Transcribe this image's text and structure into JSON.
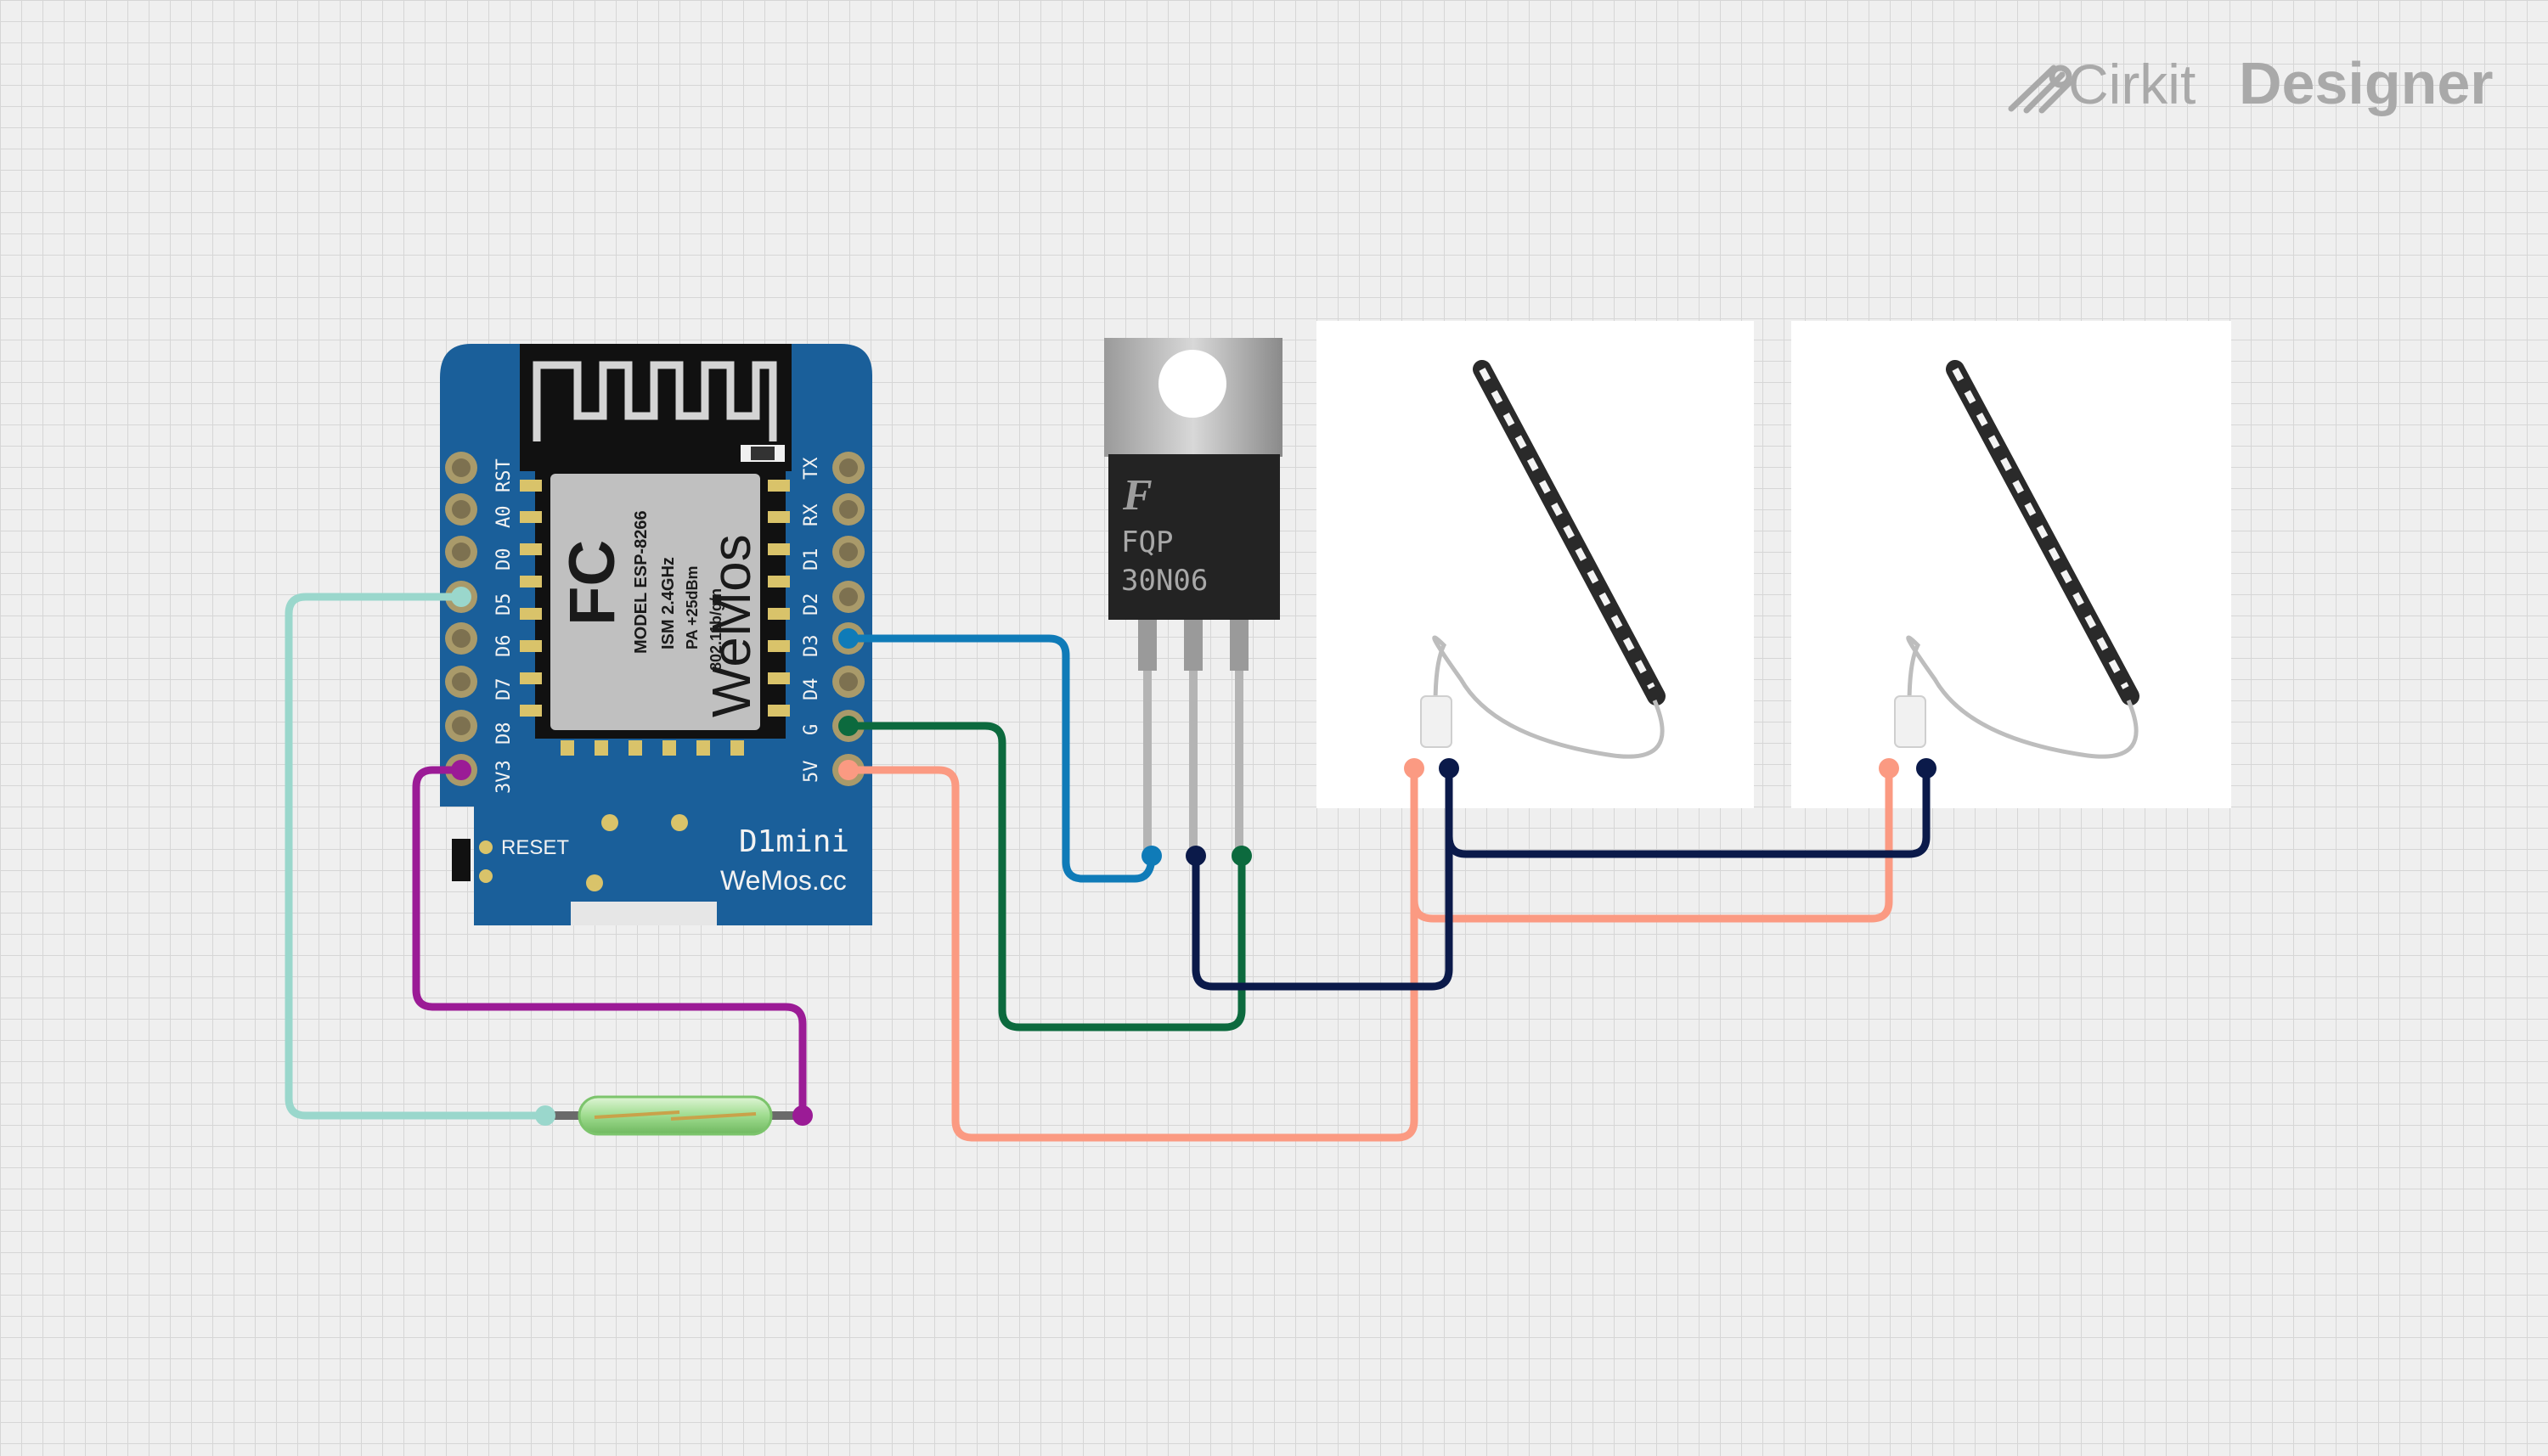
{
  "brand": {
    "name_light": "Cirkit",
    "name_bold": "Designer"
  },
  "components": {
    "wemos": {
      "left_pins": [
        "RST",
        "A0",
        "D0",
        "D5",
        "D6",
        "D7",
        "D8",
        "3V3"
      ],
      "right_pins": [
        "TX",
        "RX",
        "D1",
        "D2",
        "D3",
        "D4",
        "G",
        "5V"
      ],
      "module": {
        "model": "MODEL ESP-8266",
        "ism": "ISM 2.4GHz",
        "pa": "PA +25dBm",
        "wifi": "802.11b/g/n",
        "fcc": "FC",
        "logo": "WeMos"
      },
      "reset_label": "RESET",
      "board_name": "D1mini",
      "site": "WeMos.cc"
    },
    "mosfet": {
      "brand_mark": "F",
      "line1": "FQP",
      "line2": "30N06"
    },
    "led_strips": [
      {
        "id": "strip-1"
      },
      {
        "id": "strip-2"
      }
    ],
    "reed_switch": {
      "id": "reed-switch"
    }
  },
  "wire_colors": {
    "teal": "#9ad7cc",
    "purple": "#9b1b96",
    "blue": "#0f7bb8",
    "green": "#0c6a3e",
    "salmon": "#fb9a82",
    "navy": "#0b1a4a"
  },
  "colors": {
    "board": "#1a5f9a",
    "grid_line": "#d6d6d6",
    "background": "#efefef",
    "brand_text": "#a9a9a9"
  }
}
